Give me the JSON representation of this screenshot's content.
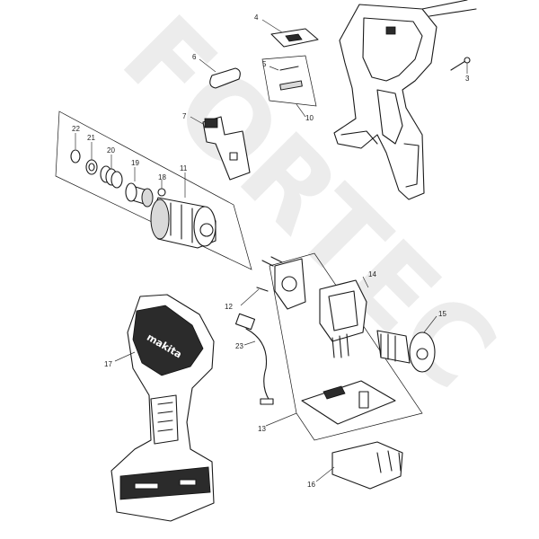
{
  "diagram": {
    "watermark": "FORTEC",
    "parts": [
      {
        "id": "p1",
        "label": "3"
      },
      {
        "id": "p2",
        "label": "4"
      },
      {
        "id": "p3",
        "label": "5"
      },
      {
        "id": "p4",
        "label": "6"
      },
      {
        "id": "p5",
        "label": "7"
      },
      {
        "id": "p6",
        "label": "10"
      },
      {
        "id": "p7",
        "label": "11"
      },
      {
        "id": "p8",
        "label": "12"
      },
      {
        "id": "p9",
        "label": "13"
      },
      {
        "id": "p10",
        "label": "14"
      },
      {
        "id": "p11",
        "label": "15"
      },
      {
        "id": "p12",
        "label": "16"
      },
      {
        "id": "p13",
        "label": "17"
      },
      {
        "id": "p14",
        "label": "18"
      },
      {
        "id": "p15",
        "label": "19"
      },
      {
        "id": "p16",
        "label": "20"
      },
      {
        "id": "p17",
        "label": "21"
      },
      {
        "id": "p18",
        "label": "22"
      },
      {
        "id": "p19",
        "label": "23"
      }
    ],
    "brand_text": "makita"
  }
}
